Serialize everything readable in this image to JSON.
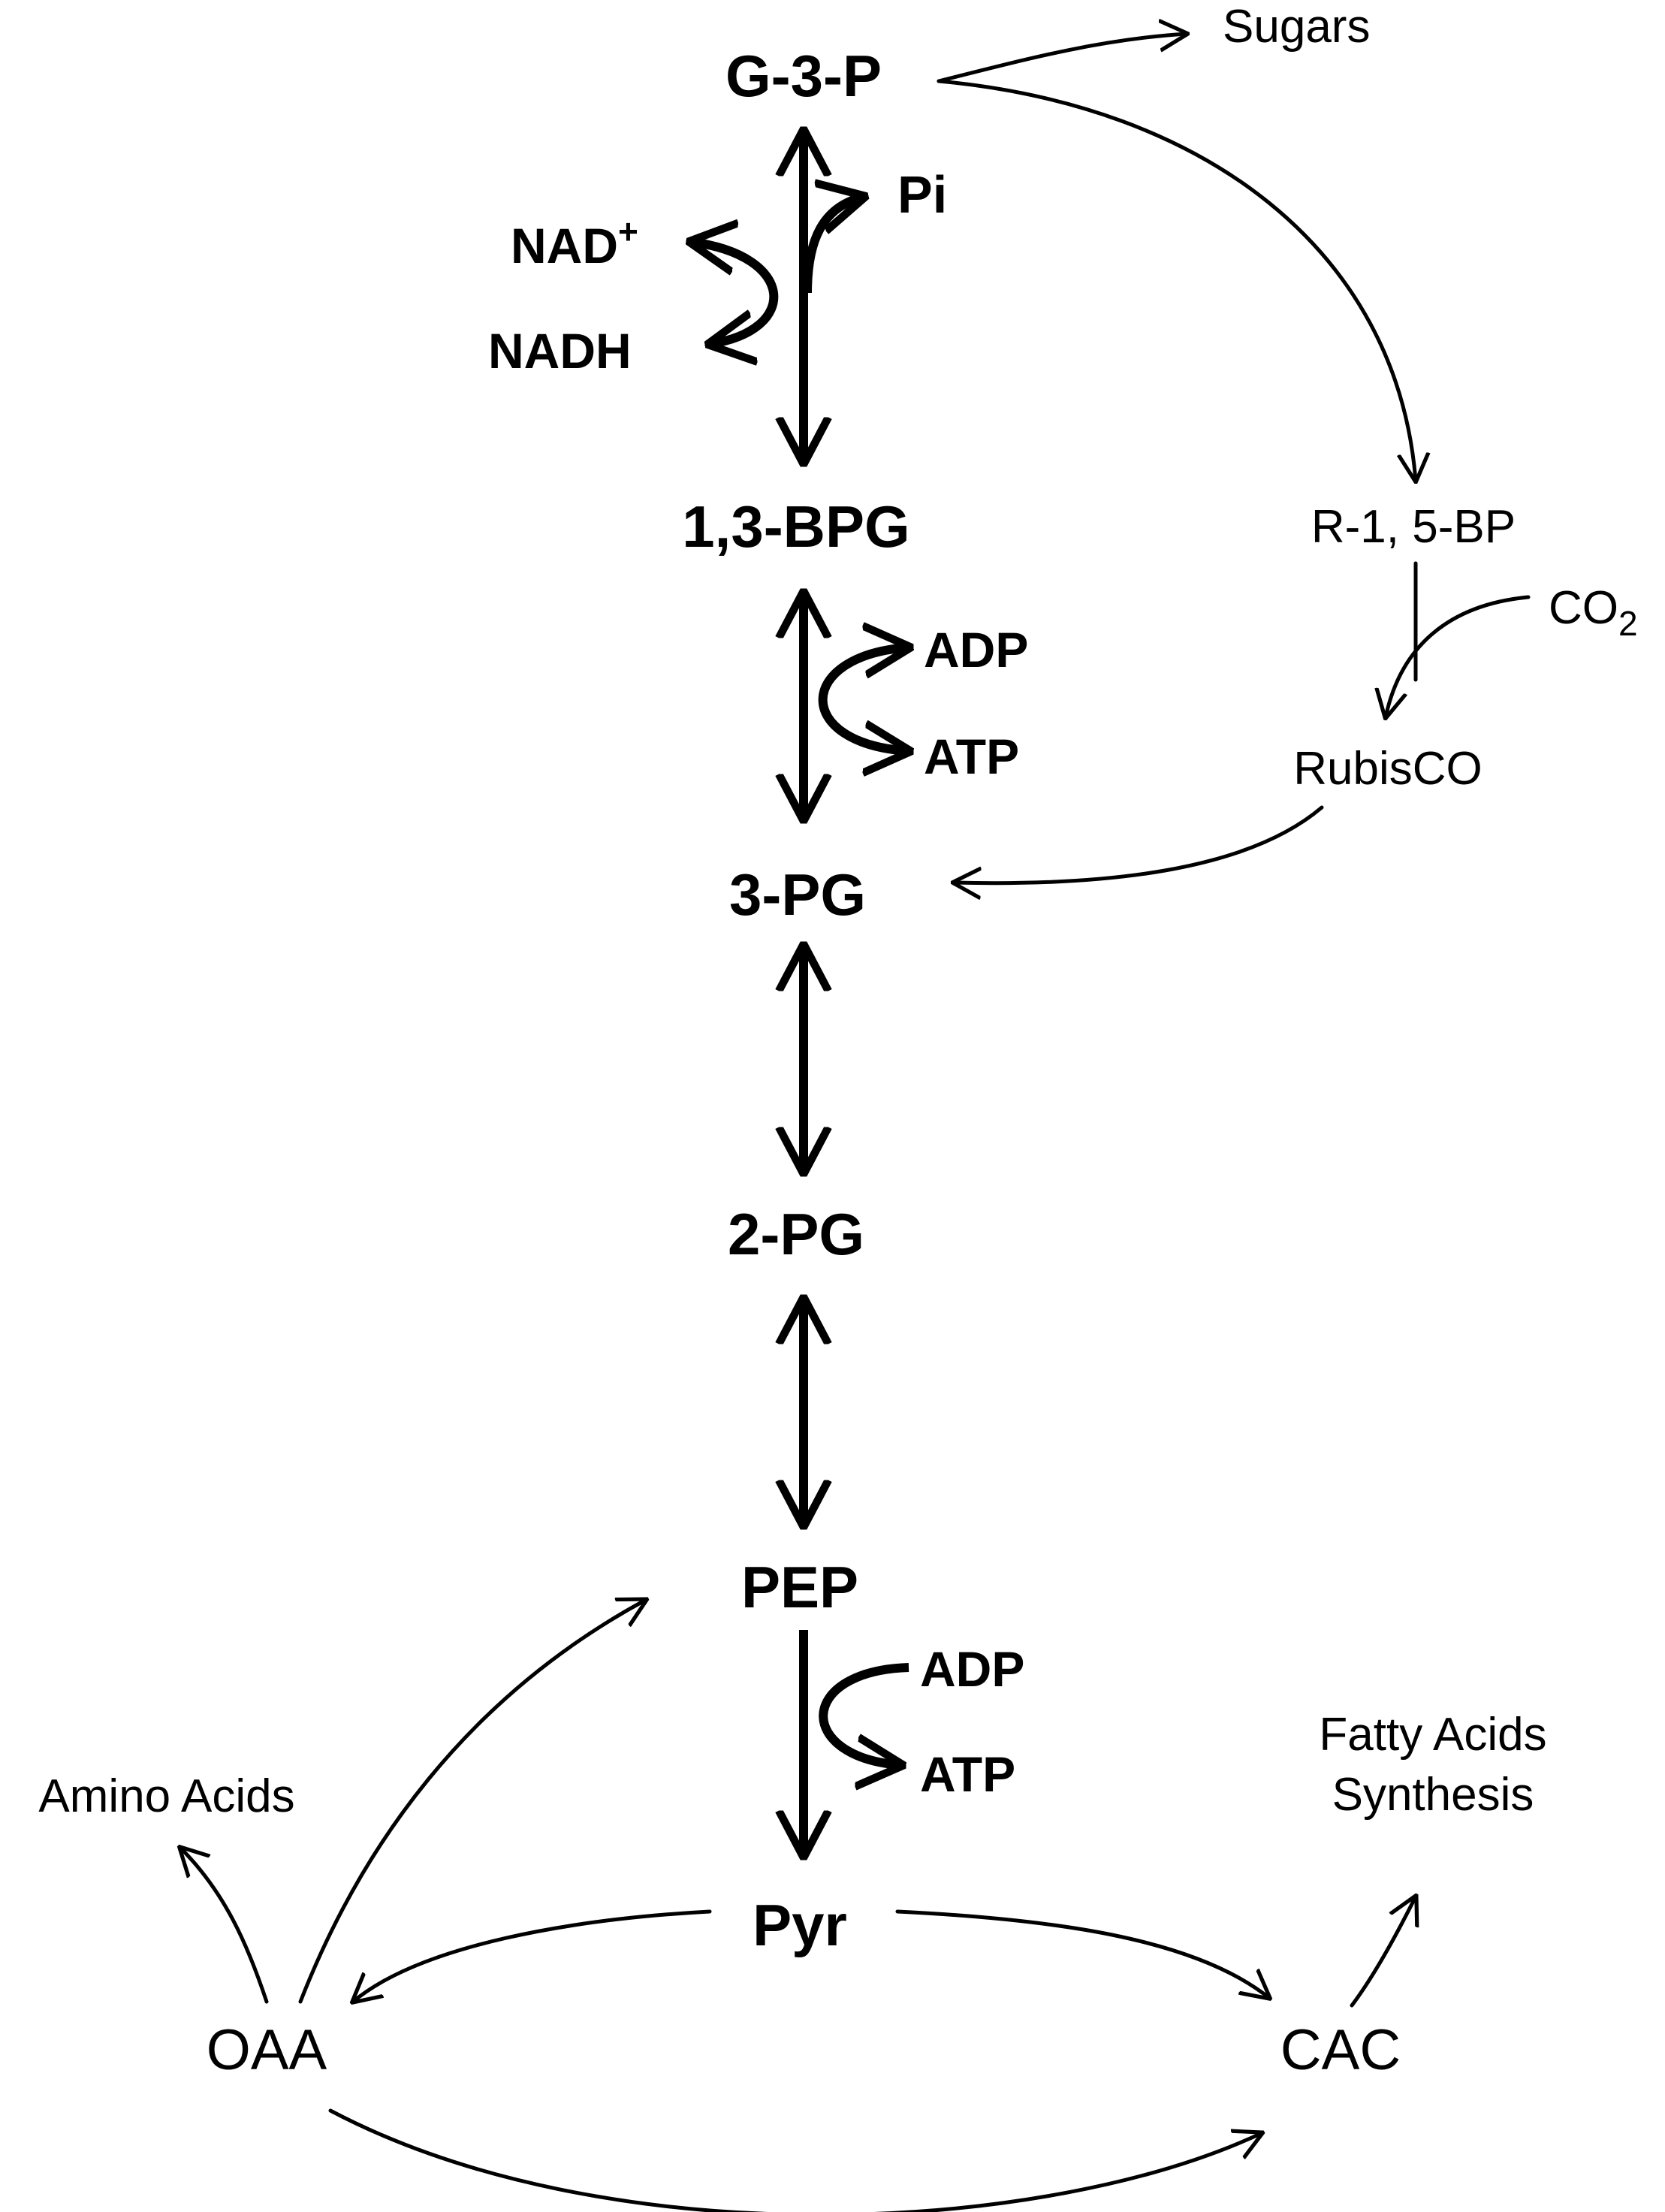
{
  "metabolites": {
    "g3p": "G-3-P",
    "bpg13": "1,3-BPG",
    "pg3": "3-PG",
    "pg2": "2-PG",
    "pep": "PEP",
    "pyr": "Pyr"
  },
  "cofactors": {
    "pi": "Pi",
    "nad": "NAD",
    "nad_sup": "+",
    "nadh": "NADH",
    "adp_1": "ADP",
    "atp_1": "ATP",
    "adp_2": "ADP",
    "atp_2": "ATP"
  },
  "side_nodes": {
    "sugars": "Sugars",
    "r15bp": "R-1, 5-BP",
    "co2": "CO",
    "co2_sub": "2",
    "rubisco": "RubisCO",
    "amino_acids": "Amino Acids",
    "fatty_acids_line1": "Fatty Acids",
    "fatty_acids_line2": "Synthesis",
    "oaa": "OAA",
    "cac": "CAC"
  }
}
